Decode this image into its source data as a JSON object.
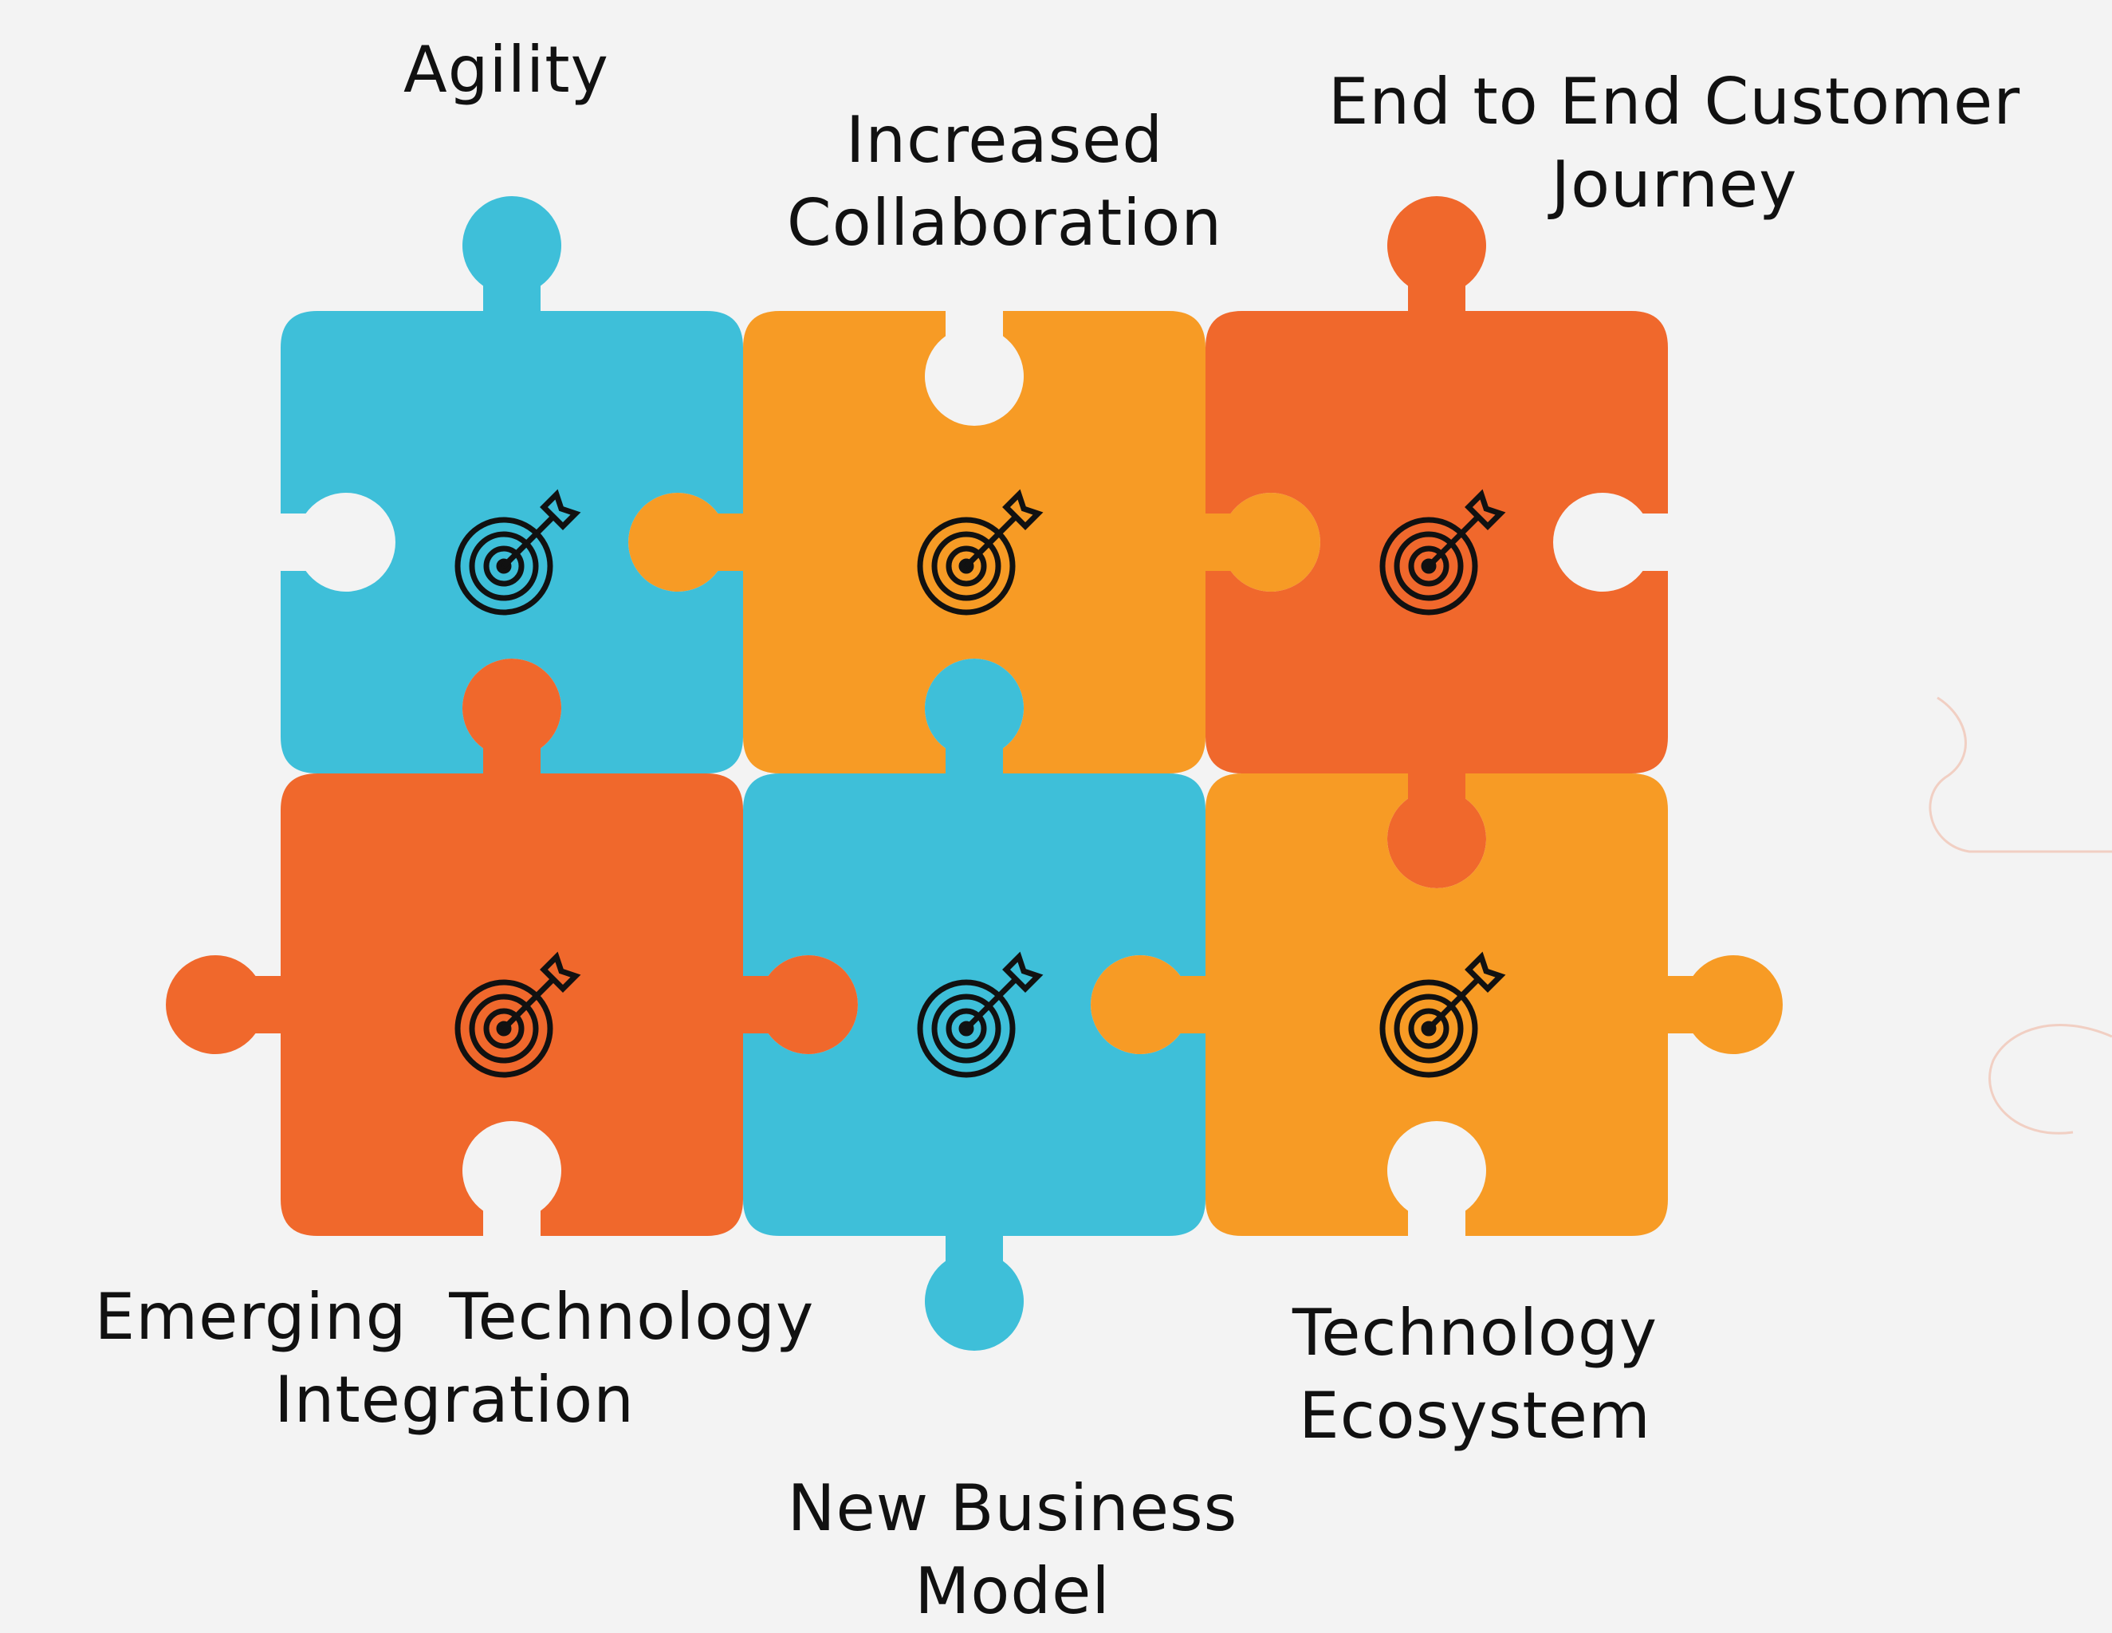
{
  "colors": {
    "background": "#f3f3f3",
    "blue": "#3ebfd9",
    "orange": "#f79b25",
    "red_orange": "#f0682c",
    "icon": "#111111"
  },
  "pieces": [
    {
      "id": "agility",
      "color": "blue",
      "icon": "target-arrow-icon"
    },
    {
      "id": "increased-collaboration",
      "color": "orange",
      "icon": "target-arrow-icon"
    },
    {
      "id": "end-to-end-customer-journey",
      "color": "red_orange",
      "icon": "target-arrow-icon"
    },
    {
      "id": "emerging-technology-integration",
      "color": "red_orange",
      "icon": "target-arrow-icon"
    },
    {
      "id": "new-business-model",
      "color": "blue",
      "icon": "target-arrow-icon"
    },
    {
      "id": "technology-ecosystem",
      "color": "orange",
      "icon": "target-arrow-icon"
    }
  ],
  "labels": {
    "agility": [
      "Agility"
    ],
    "increased_collaboration": [
      "Increased",
      "Collaboration"
    ],
    "end_to_end": [
      "End to End Customer",
      "Journey"
    ],
    "emerging_tech": [
      "Emerging  Technology",
      "Integration"
    ],
    "new_business": [
      "New Business",
      "Model"
    ],
    "tech_ecosystem": [
      "Technology",
      "Ecosystem"
    ]
  }
}
